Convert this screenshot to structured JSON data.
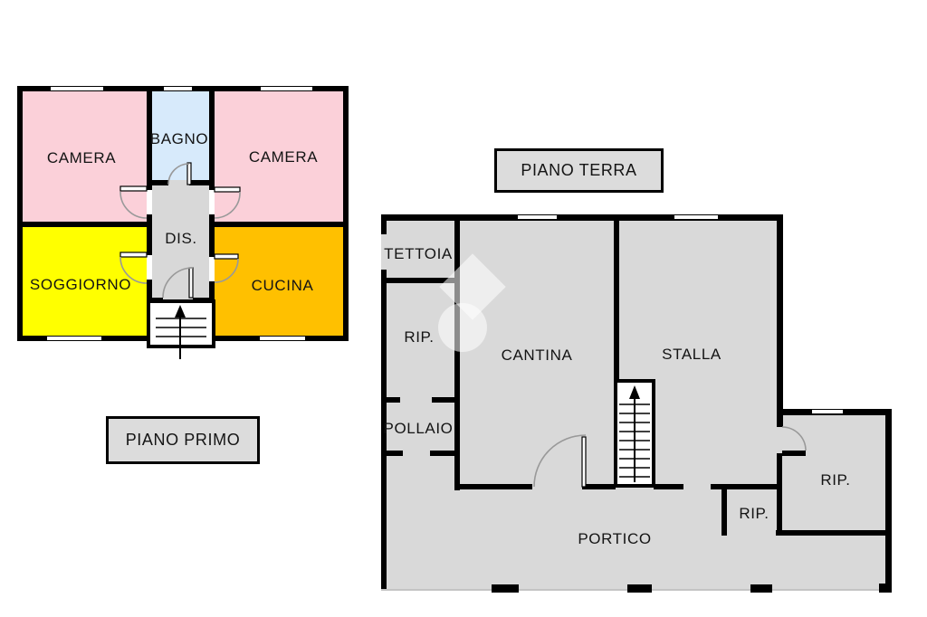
{
  "floor1": {
    "title": "PIANO PRIMO",
    "rooms": {
      "camera_left": "CAMERA",
      "bagno": "BAGNO",
      "camera_right": "CAMERA",
      "dis": "DIS.",
      "soggiorno": "SOGGIORNO",
      "cucina": "CUCINA"
    }
  },
  "floor2": {
    "title": "PIANO TERRA",
    "rooms": {
      "tettoia": "TETTOIA",
      "rip": "RIP.",
      "pollaio": "POLLAIO",
      "cantina": "CANTINA",
      "stalla": "STALLA",
      "rip_small": "RIP.",
      "rip_big": "RIP.",
      "portico": "PORTICO"
    }
  },
  "colors": {
    "wall": "#000000",
    "camera": "#FBD0D9",
    "bagno": "#D7EAFB",
    "soggiorno": "#FFFF00",
    "cucina": "#FFC000",
    "corridor": "#D8D8D8",
    "floor": "#D9D9D9",
    "label_box": "#DCDCDC",
    "door_arc": "#999999",
    "window": "#FFFFFF",
    "portico_edge": "#C4C4C4"
  }
}
